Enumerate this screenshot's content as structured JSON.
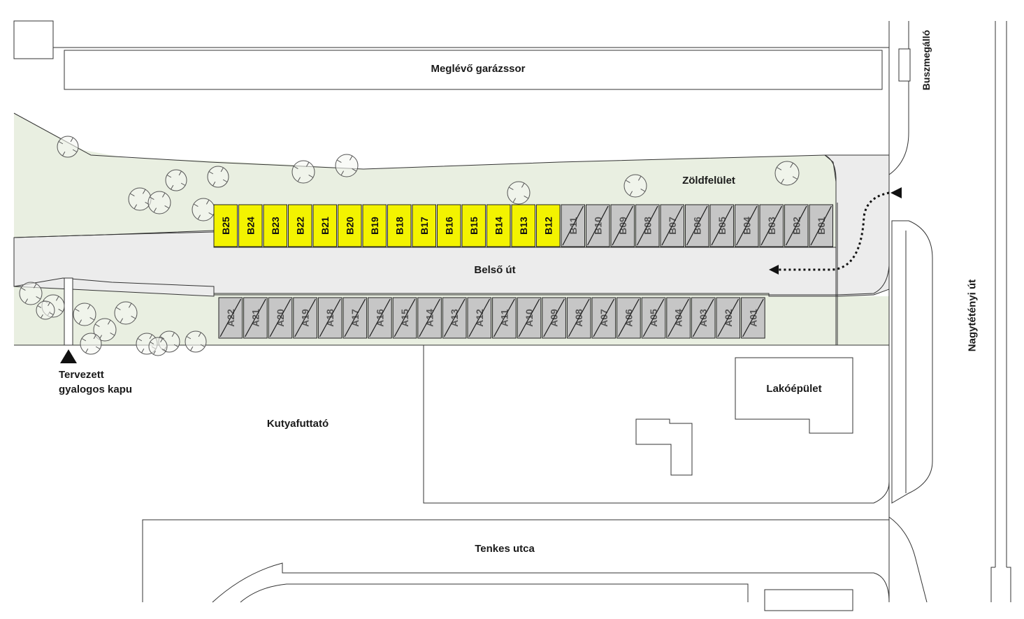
{
  "labels": {
    "garage": "Meglévő garázssor",
    "bus_stop": "Buszmegálló",
    "green": "Zöldfelület",
    "inner_road": "Belső út",
    "main_road": "Nagytétényi út",
    "gate_line1": "Tervezett",
    "gate_line2": "gyalogos kapu",
    "dog_park": "Kutyafuttató",
    "residential": "Lakóépület",
    "street": "Tenkes utca"
  },
  "colors": {
    "green_area": "#e9efe1",
    "road": "#ececec",
    "available_spot": "#f3f300",
    "taken_spot": "#c6c6c6",
    "line": "#333333"
  },
  "spots_b_available": [
    "B25",
    "B24",
    "B23",
    "B22",
    "B21",
    "B20",
    "B19",
    "B18",
    "B17",
    "B16",
    "B15",
    "B14",
    "B13",
    "B12"
  ],
  "spots_b_taken": [
    "B11",
    "B10",
    "B09",
    "B08",
    "B07",
    "B06",
    "B05",
    "B04",
    "B03",
    "B02",
    "B01"
  ],
  "spots_a_taken": [
    "A22",
    "A21",
    "A20",
    "A19",
    "A18",
    "A17",
    "A16",
    "A15",
    "A14",
    "A13",
    "A12",
    "A11",
    "A10",
    "A09",
    "A08",
    "A07",
    "A06",
    "A05",
    "A04",
    "A03",
    "A02",
    "A01"
  ],
  "icons": [
    "tree-icon",
    "gate-marker-icon",
    "entry-marker-icon",
    "direction-arrow-icon"
  ]
}
